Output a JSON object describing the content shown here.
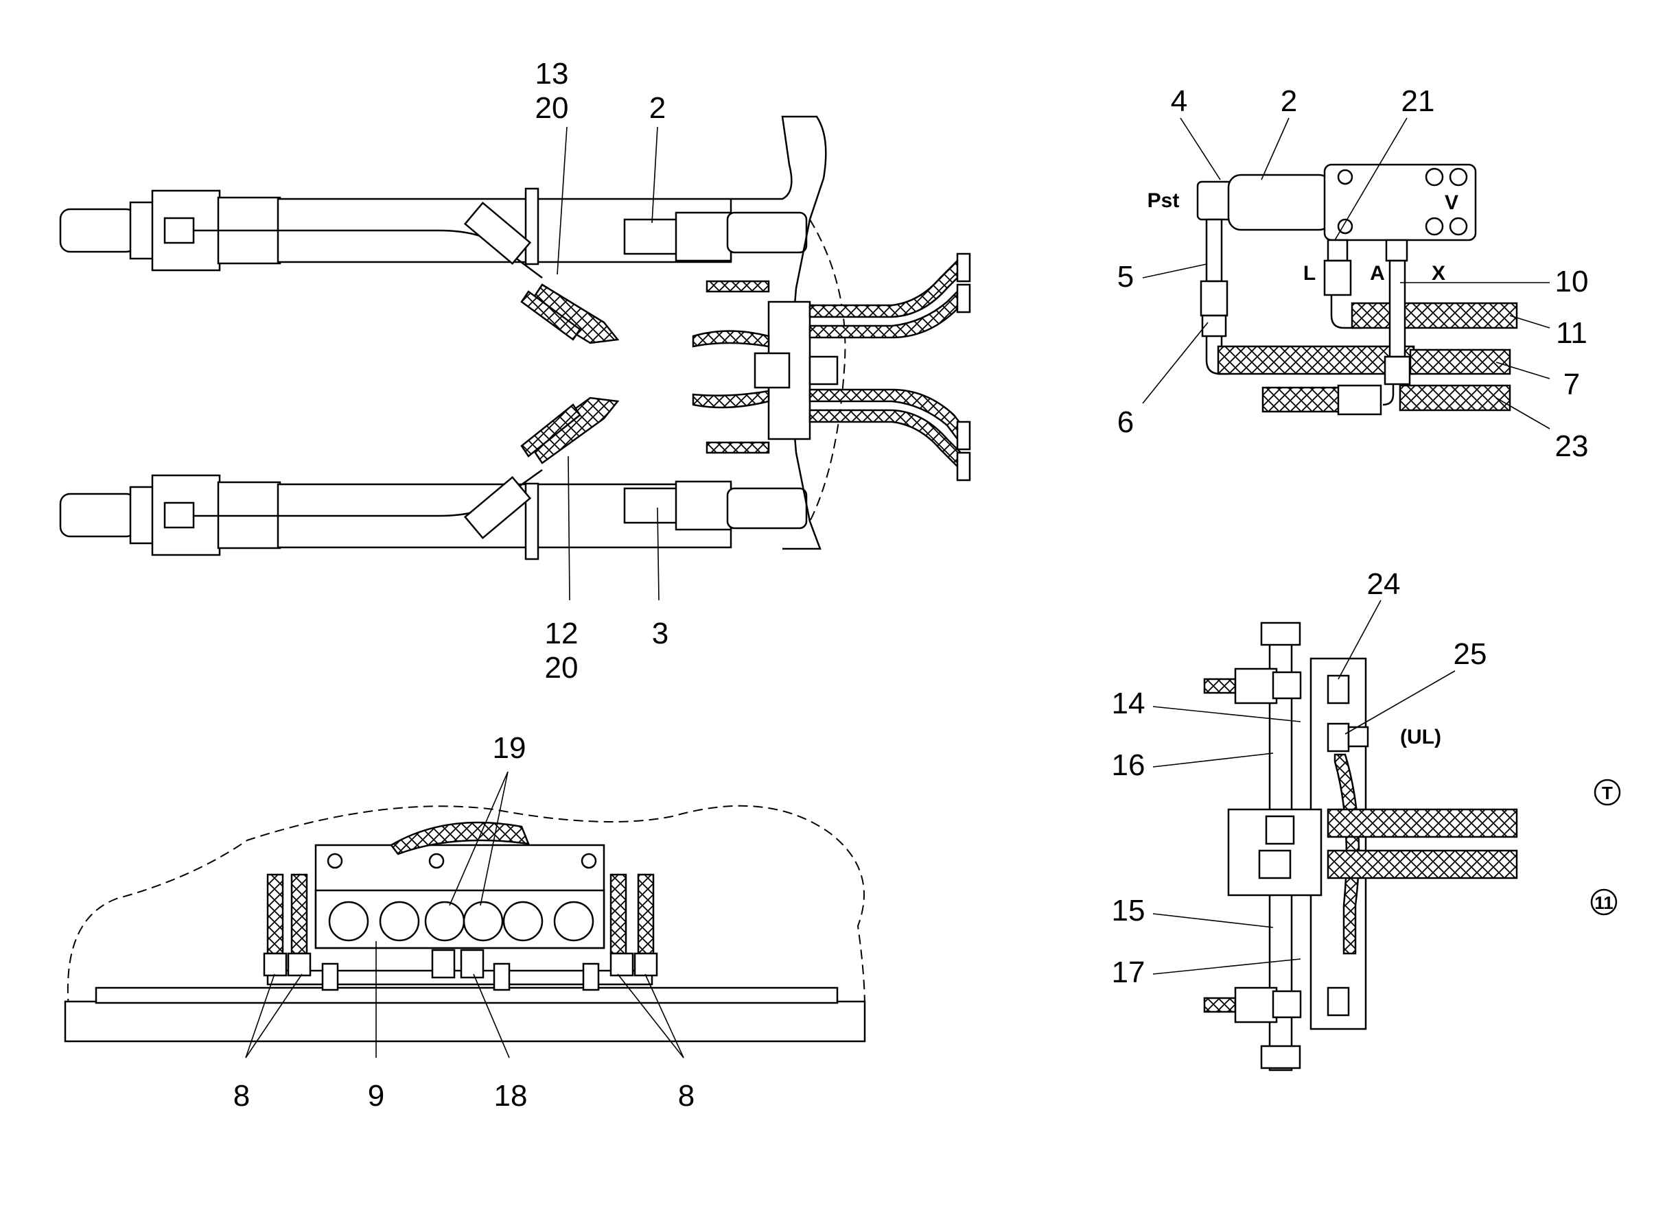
{
  "callouts": {
    "c13": "13",
    "c20a": "20",
    "c2a": "2",
    "c12": "12",
    "c20b": "20",
    "c3": "3",
    "c4": "4",
    "c2b": "2",
    "c21": "21",
    "c5": "5",
    "c6": "6",
    "c10": "10",
    "c11": "11",
    "c7": "7",
    "c23": "23",
    "c19": "19",
    "c8a": "8",
    "c9": "9",
    "c18": "18",
    "c8b": "8",
    "c24": "24",
    "c25": "25",
    "c14": "14",
    "c16": "16",
    "c15": "15",
    "c17": "17"
  },
  "port_labels": {
    "pst": "Pst",
    "v": "V",
    "l": "L",
    "a": "A",
    "x": "X",
    "ul": "(UL)"
  },
  "circled_marks": {
    "t": "T",
    "n11": "11"
  }
}
